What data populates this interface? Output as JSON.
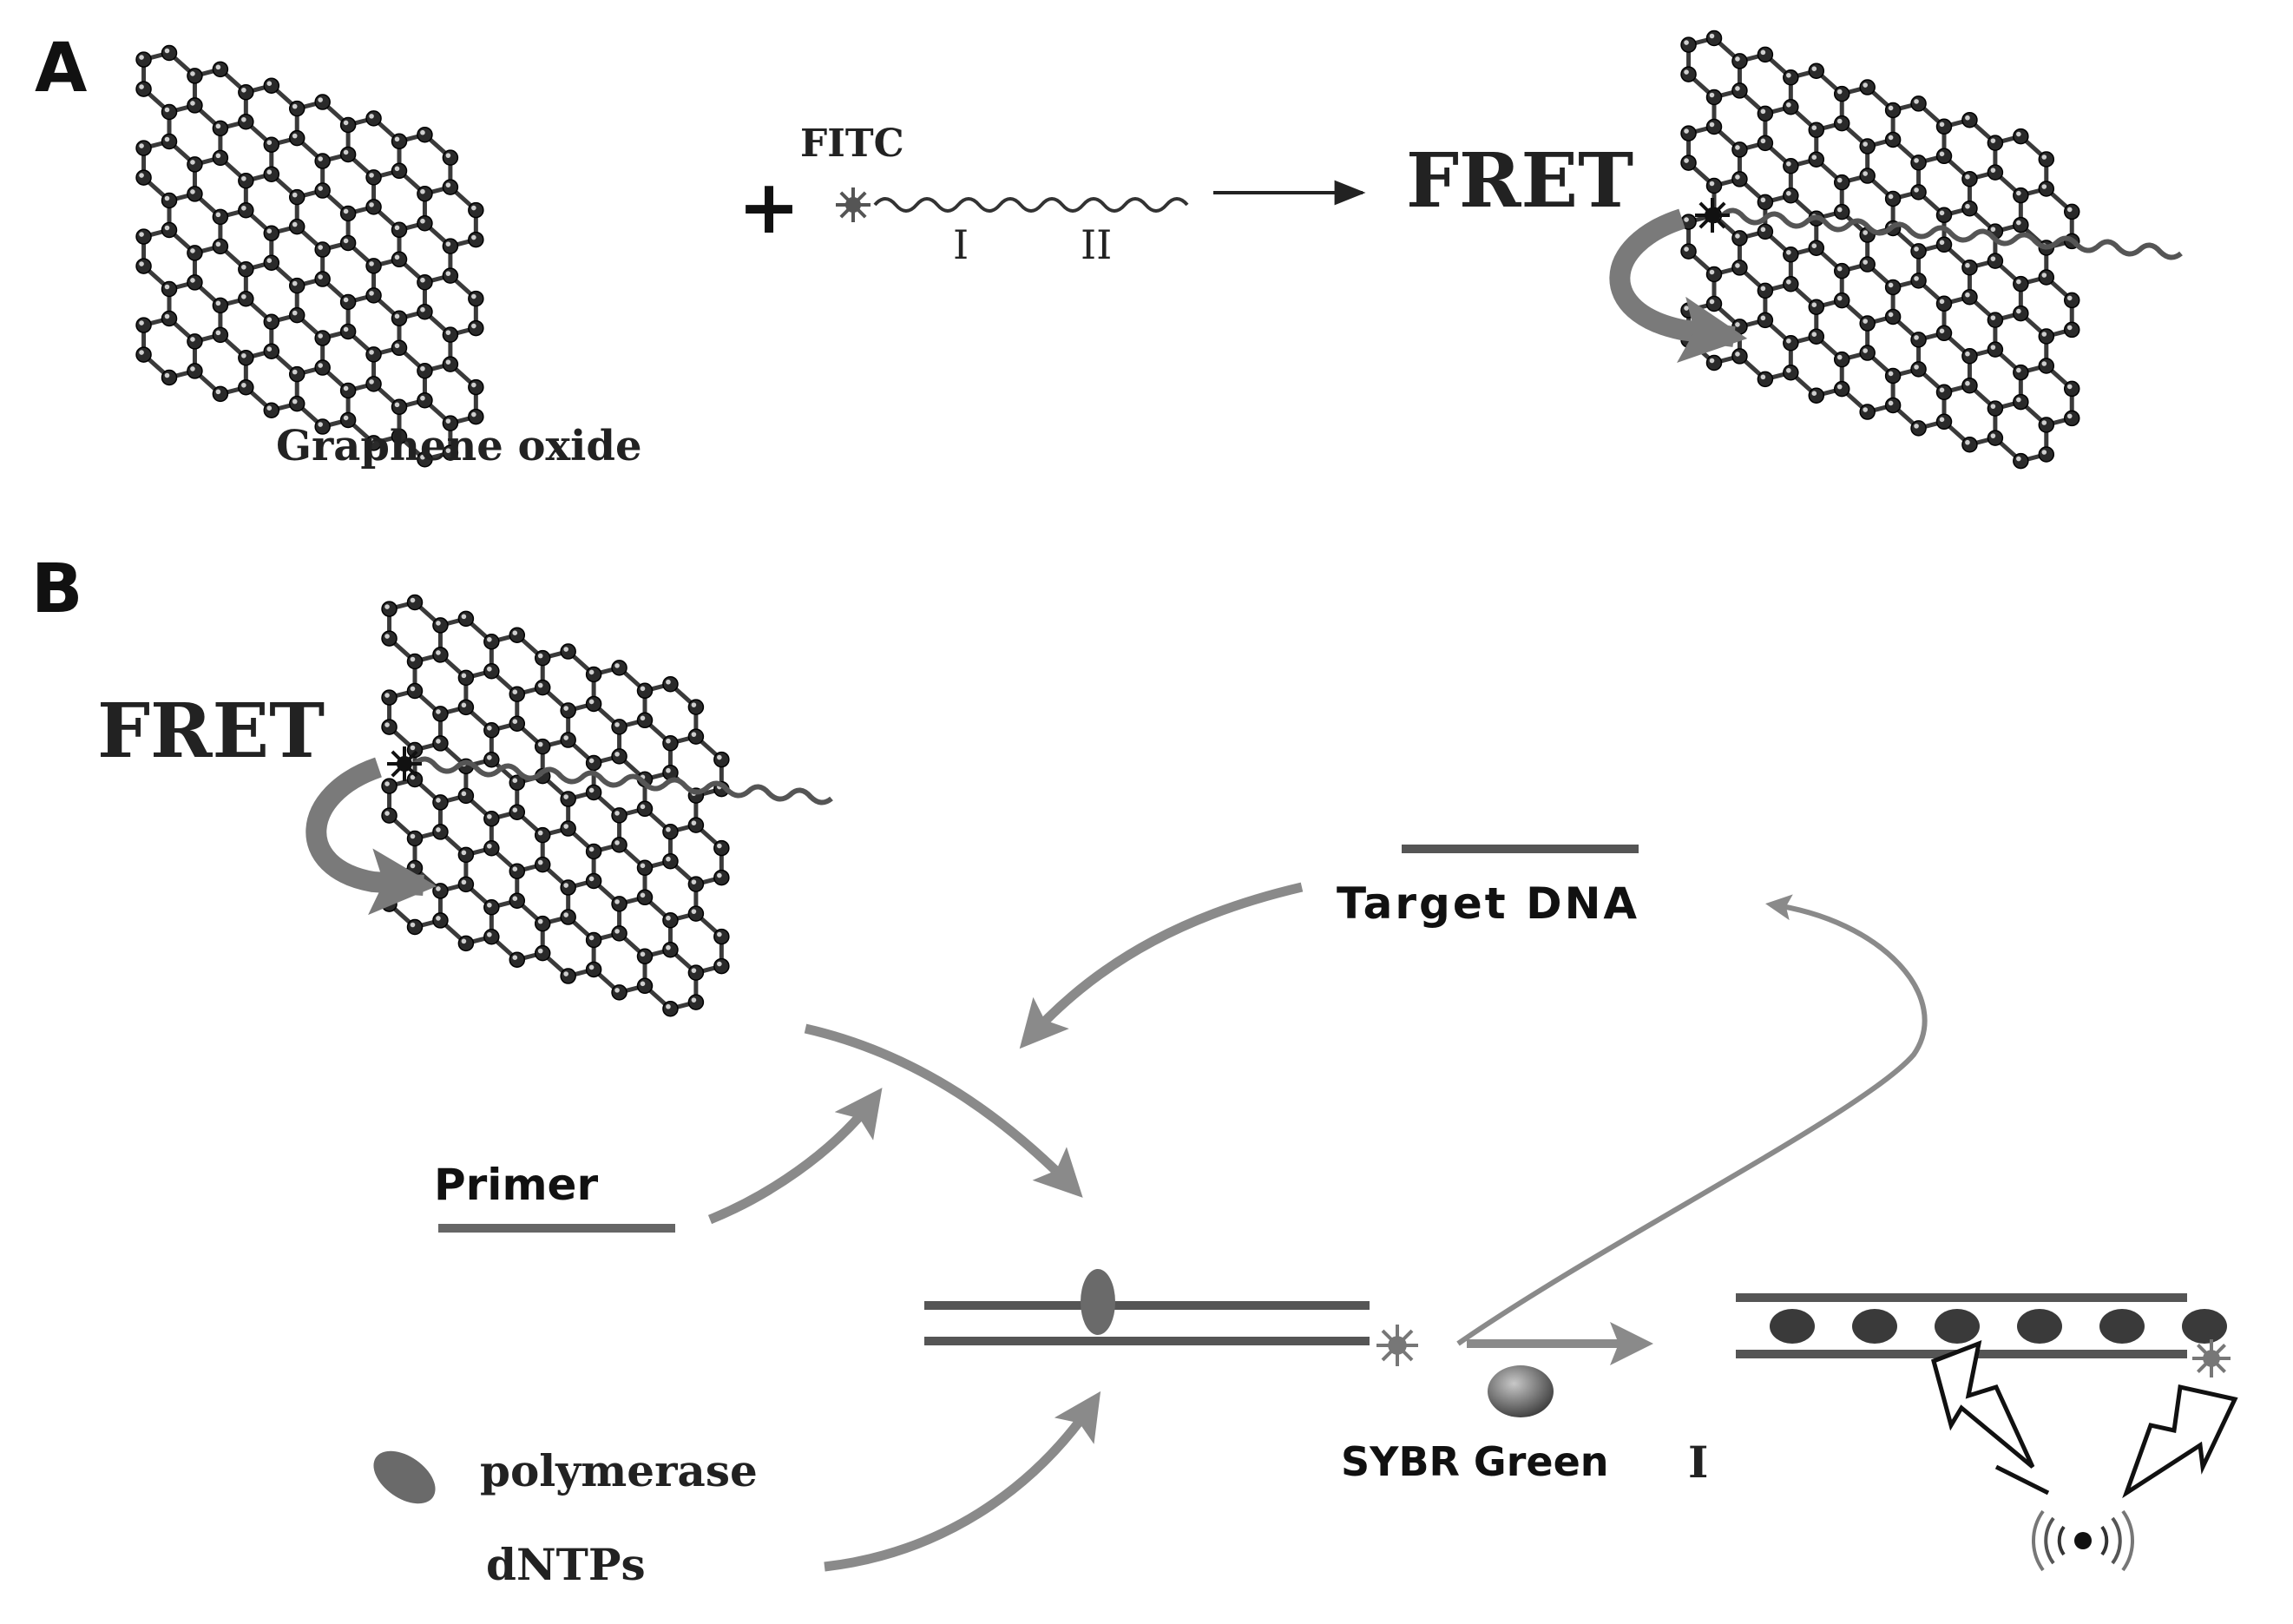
{
  "panels": {
    "a": {
      "label": "A"
    },
    "b": {
      "label": "B"
    }
  },
  "labels": {
    "graphene_oxide": "Graphene oxide",
    "fitc": "FITC",
    "plus": "+",
    "region_one": "I",
    "region_two": "II",
    "fret_a": "FRET",
    "fret_b": "FRET",
    "target_dna": "Target DNA",
    "primer": "Primer",
    "polymerase": "polymerase",
    "dntps": "dNTPs",
    "sybr_green": "SYBR Green",
    "sybr_numeral": "I"
  },
  "colors": {
    "ink": "#1a1a1a",
    "arrow_gray": "#8a8a8a",
    "strand_gray": "#6e6e6e",
    "node_dark": "#2a2a2a"
  }
}
